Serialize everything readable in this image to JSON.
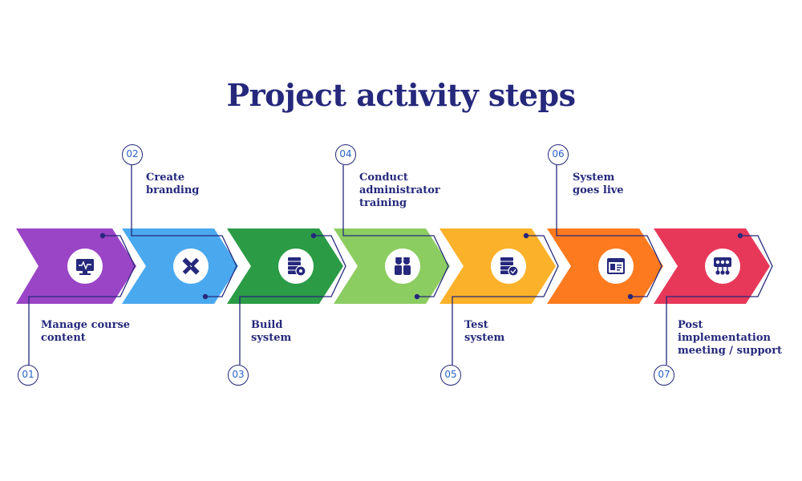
{
  "title": "Project activity steps",
  "steps": [
    {
      "number": "01",
      "label": "Manage course\ncontent",
      "color": "#9a45c6",
      "icon": "monitor-pulse-icon"
    },
    {
      "number": "02",
      "label": "Create\nbranding",
      "color": "#4aa8ee",
      "icon": "pencil-ruler-icon"
    },
    {
      "number": "03",
      "label": "Build\nsystem",
      "color": "#2b9b46",
      "icon": "server-gear-icon"
    },
    {
      "number": "04",
      "label": "Conduct\nadministrator\ntraining",
      "color": "#8ccd62",
      "icon": "workers-icon"
    },
    {
      "number": "05",
      "label": "Test\nsystem",
      "color": "#fbb12a",
      "icon": "server-check-icon"
    },
    {
      "number": "06",
      "label": "System\ngoes live",
      "color": "#fd7a1f",
      "icon": "browser-window-icon"
    },
    {
      "number": "07",
      "label": "Post\nimplementation\nmeeting / support",
      "color": "#e7385a",
      "icon": "network-board-icon"
    }
  ],
  "accent": "#25287b"
}
